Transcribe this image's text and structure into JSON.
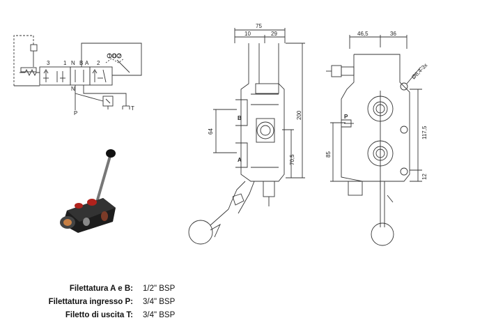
{
  "schematic": {
    "position_labels": [
      "3",
      "1",
      "N",
      "B",
      "A",
      "2",
      "N"
    ],
    "port_p": "P",
    "port_t": "T",
    "detent_numbers": [
      "1",
      "0",
      "2"
    ]
  },
  "side_view": {
    "dimensions": {
      "width_top": "75",
      "left_offset": "10",
      "right_offset": "29",
      "height_total": "200",
      "port_spacing": "64",
      "lower_height": "70,5"
    },
    "port_b": "B",
    "port_a": "A"
  },
  "front_view": {
    "dimensions": {
      "left_width": "46,5",
      "right_width": "36",
      "hole_diameter": "Ø8,4-3x",
      "mount_spacing": "117,5",
      "inlet_height": "85",
      "bottom_offset": "12"
    },
    "port_p": "P"
  },
  "specs": [
    {
      "label": "Filettatura A e B:",
      "value": "1/2\" BSP"
    },
    {
      "label": "Filettatura ingresso P:",
      "value": "3/4\" BSP"
    },
    {
      "label": "Filetto di uscita T:",
      "value": "3/4\" BSP"
    }
  ]
}
